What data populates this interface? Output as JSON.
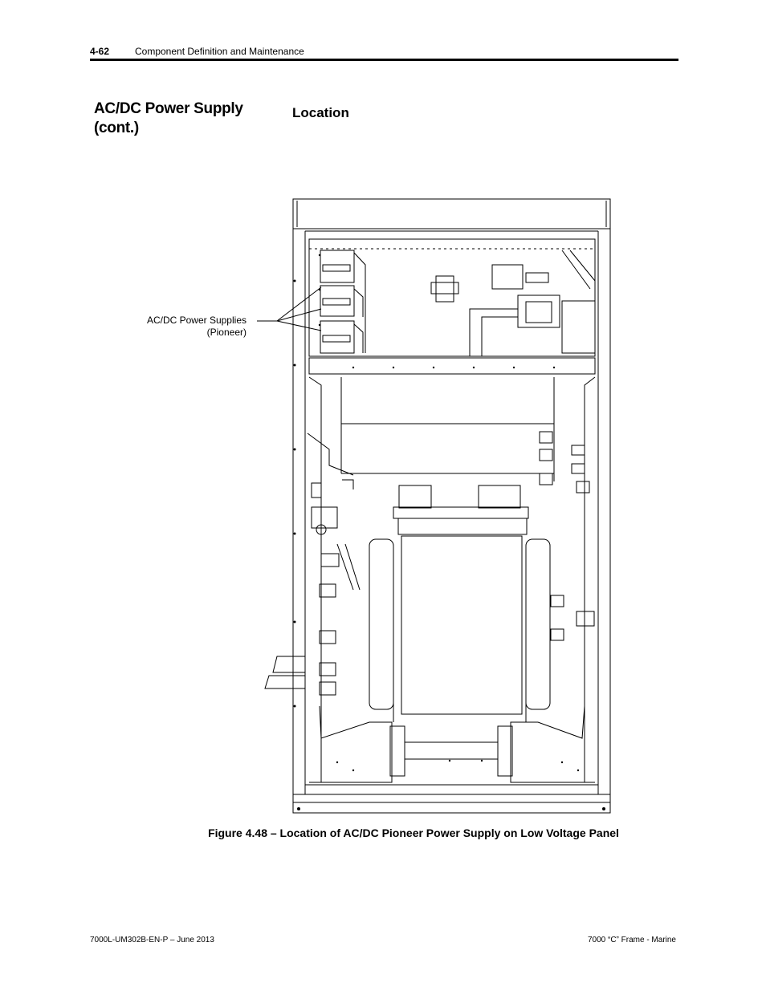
{
  "header": {
    "page_number": "4-62",
    "title": "Component Definition and Maintenance"
  },
  "section": {
    "title": "AC/DC Power Supply (cont.)",
    "subsection": "Location"
  },
  "figure": {
    "callout_label_line1": "AC/DC Power Supplies",
    "callout_label_line2": "(Pioneer)",
    "caption": "Figure 4.48 – Location of AC/DC Pioneer Power Supply on Low Voltage Panel"
  },
  "footer": {
    "left": "7000L-UM302B-EN-P – June 2013",
    "right": "7000 “C” Frame - Marine"
  }
}
